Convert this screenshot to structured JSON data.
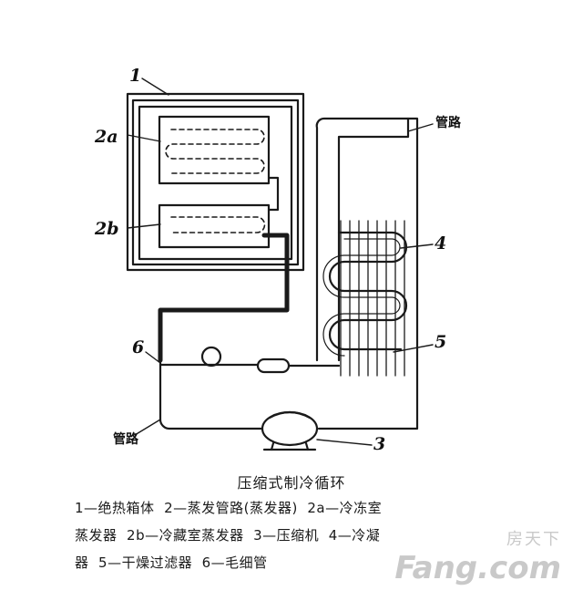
{
  "labels": {
    "l1": "1",
    "l2a": "2a",
    "l2b": "2b",
    "l4": "4",
    "l5": "5",
    "l6": "6",
    "l3": "3",
    "pipe_top": "管路",
    "pipe_bottom": "管路"
  },
  "caption": {
    "title": "压缩式制冷循环",
    "line1": "1—绝热箱体  2—蒸发管路(蒸发器)  2a—冷冻室",
    "line2": "蒸发器  2b—冷藏室蒸发器  3—压缩机  4—冷凝",
    "line3": "器  5—干燥过滤器  6—毛细管"
  },
  "watermark": {
    "cn": "房天下",
    "en": "Fang.com"
  }
}
